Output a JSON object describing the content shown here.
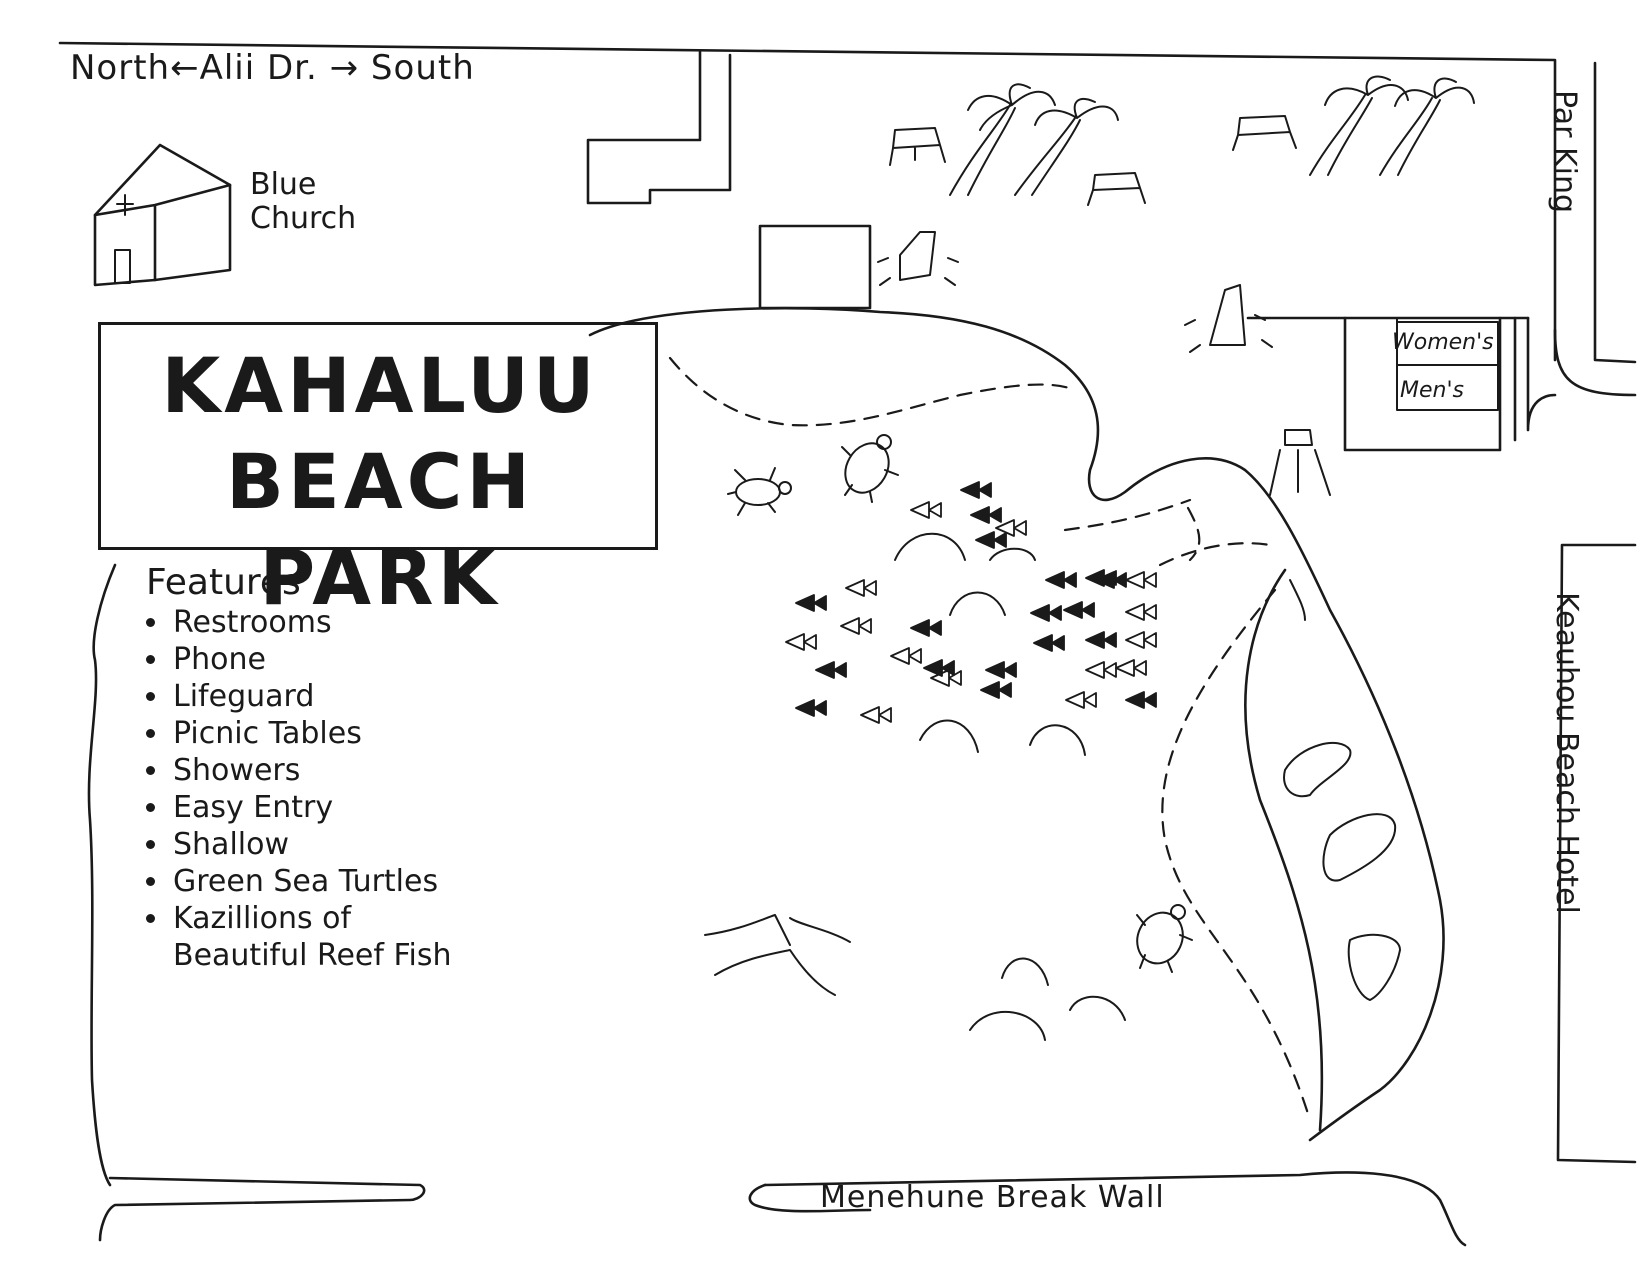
{
  "street": {
    "label": "North←Alii Dr. → South"
  },
  "church": {
    "label": "Blue\nChurch"
  },
  "title": {
    "line1": "KAHALUU",
    "line2": "BEACH PARK"
  },
  "features": {
    "heading": "Features",
    "items": [
      "Restrooms",
      "Phone",
      "Lifeguard",
      "Picnic Tables",
      "Showers",
      "Easy Entry",
      "Shallow",
      "Green Sea Turtles",
      "Kazillions of\nBeautiful Reef Fish"
    ]
  },
  "restrooms": {
    "womens": "Women's",
    "mens": "Men's"
  },
  "parking": {
    "label": "Par King"
  },
  "hotel": {
    "label": "Keauhou Beach Hotel"
  },
  "breakwall": {
    "label": "Menehune Break Wall"
  },
  "icons": [
    "church-icon",
    "palm-tree-icon",
    "picnic-table-icon",
    "shower-icon",
    "phone-icon",
    "lifeguard-tower-icon",
    "turtle-icon",
    "fish-icon",
    "rock-icon"
  ]
}
